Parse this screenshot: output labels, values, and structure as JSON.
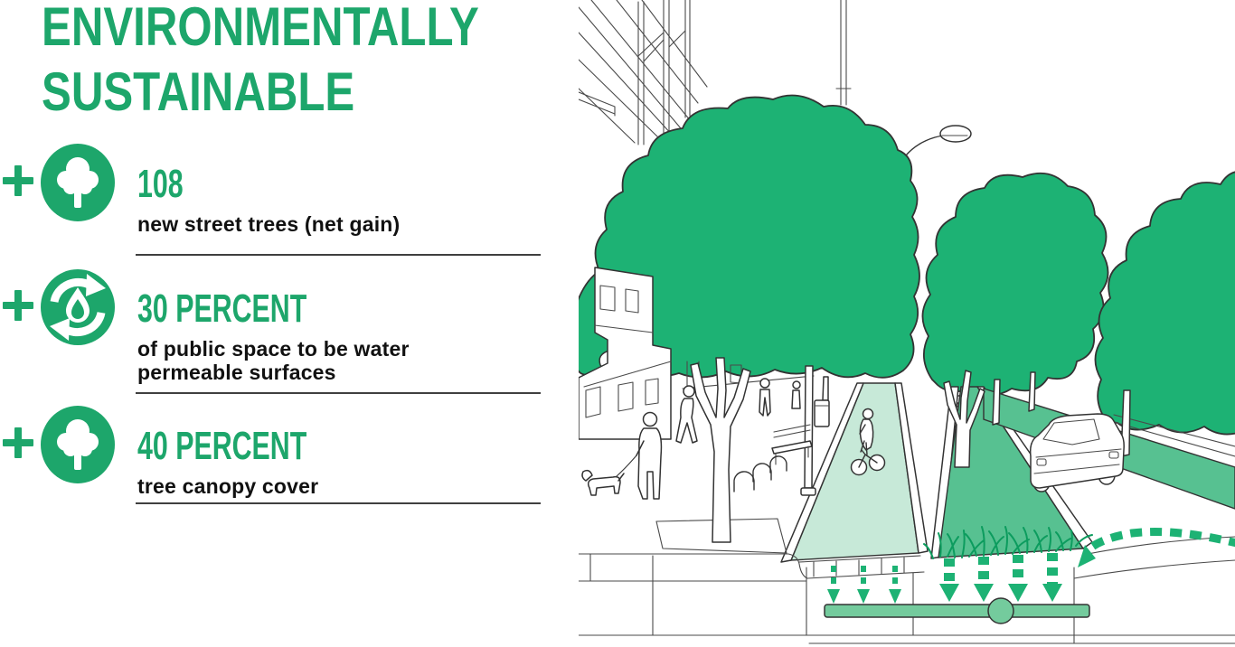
{
  "header": {
    "title_line1": "ENVIRONMENTALLY",
    "title_line2": "SUSTAINABLE"
  },
  "stats": [
    {
      "icon": "tree-icon",
      "value": "108",
      "desc": "new street trees (net gain)"
    },
    {
      "icon": "water-cycle-icon",
      "value": "30 PERCENT",
      "desc": "of public space to be water permeable surfaces"
    },
    {
      "icon": "tree-icon",
      "value": "40 PERCENT",
      "desc": "tree canopy cover"
    }
  ],
  "colors": {
    "green": "#1da66b",
    "canopy": "#1db274",
    "bike": "#c7e9d8",
    "garden": "#57c191",
    "pipe": "#74cb9d",
    "grass": "#0c9c5e",
    "ink": "#333333",
    "divider": "#3f3f3f",
    "text": "#111111"
  },
  "illustration": {
    "name": "green-street cross-section diagram"
  }
}
